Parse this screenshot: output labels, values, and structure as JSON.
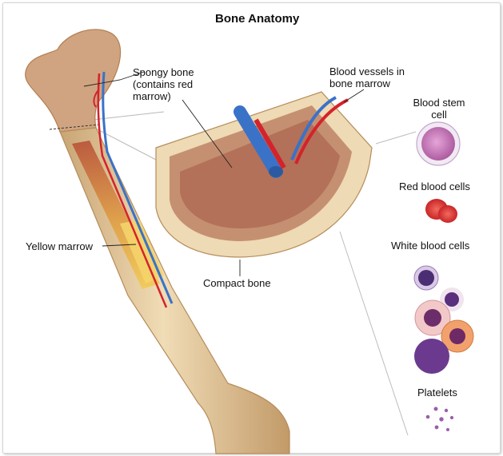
{
  "title": "Bone Anatomy",
  "labels": {
    "spongy_bone": "Spongy bone\n(contains red\nmarrow)",
    "blood_vessels": "Blood vessels in\nbone marrow",
    "yellow_marrow": "Yellow marrow",
    "compact_bone": "Compact bone",
    "blood_stem_cell": "Blood stem\ncell",
    "red_blood_cells": "Red blood cells",
    "white_blood_cells": "White blood cells",
    "platelets": "Platelets"
  },
  "colors": {
    "bone": "#e7cfa3",
    "bone_shade": "#c9a574",
    "marrow_red": "#a8432e",
    "yellow_marrow": "#f2c94c",
    "artery": "#d4232b",
    "vein": "#3a72c8",
    "stem_cell": "#c27ab8",
    "red_cell": "#e23a3a",
    "white_cell": "#6b3a8e",
    "platelet": "#9b5ea8"
  }
}
